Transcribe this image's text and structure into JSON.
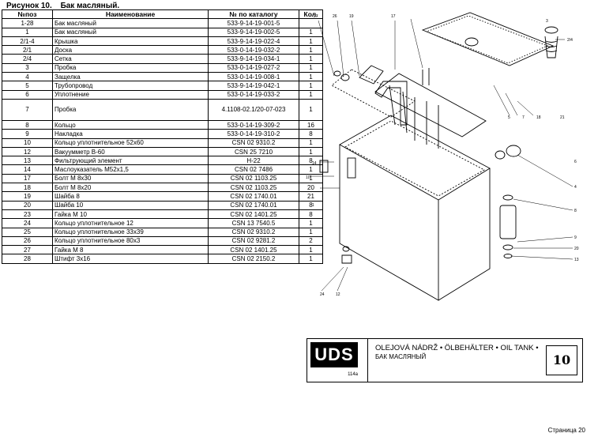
{
  "figure": {
    "label": "Рисунок 10.",
    "title": "Бак масляный."
  },
  "table": {
    "headers": {
      "pos": "№поз",
      "name": "Наименование",
      "catalog": "№ по каталогу",
      "qty": "Кол."
    },
    "rows": [
      {
        "pos": "1-28",
        "name": "Бак масляный",
        "catalog": "533-9-14-19-001-5",
        "qty": ""
      },
      {
        "pos": "1",
        "name": "Бак масляный",
        "catalog": "533-9-14-19-002-5",
        "qty": "1"
      },
      {
        "pos": "2/1-4",
        "name": "Крышка",
        "catalog": "533-9-14-19-022-4",
        "qty": "1"
      },
      {
        "pos": "2/1",
        "name": "Доска",
        "catalog": "533-0-14-19-032-2",
        "qty": "1"
      },
      {
        "pos": "2/4",
        "name": "Сетка",
        "catalog": "533-9-14-19-034-1",
        "qty": "1"
      },
      {
        "pos": "3",
        "name": "Пробка",
        "catalog": "533-0-14-19-027-2",
        "qty": "1"
      },
      {
        "pos": "4",
        "name": "Защелка",
        "catalog": "533-0-14-19-008-1",
        "qty": "1"
      },
      {
        "pos": "5",
        "name": "Трубопровод",
        "catalog": "533-9-14-19-042-1",
        "qty": "1"
      },
      {
        "pos": "6",
        "name": "Уплотнение",
        "catalog": "533-0-14-19-033-2",
        "qty": "1"
      },
      {
        "pos": "7",
        "name": "Пробка",
        "catalog": "4.1108-02.1/20-07-023",
        "qty": "1",
        "tall": true
      },
      {
        "pos": "8",
        "name": "Кольцо",
        "catalog": "533-0-14-19-309-2",
        "qty": "16"
      },
      {
        "pos": "9",
        "name": "Накладка",
        "catalog": "533-0-14-19-310-2",
        "qty": "8"
      },
      {
        "pos": "10",
        "name": "Кольцо уплотнительное 52х60",
        "catalog": "CSN  02  9310.2",
        "qty": "1"
      },
      {
        "pos": "12",
        "name": "Вакуумметр В-60",
        "catalog": "CSN  25  7210",
        "qty": "1"
      },
      {
        "pos": "13",
        "name": "Фильтрующий элемент",
        "catalog": "H-22",
        "qty": "8"
      },
      {
        "pos": "14",
        "name": "Маслоуказатель М52х1,5",
        "catalog": "CSN  02  7486",
        "qty": "1"
      },
      {
        "pos": "17",
        "name": "Болт М 8х30",
        "catalog": "CSN 02 1103.25",
        "qty": "1"
      },
      {
        "pos": "18",
        "name": "Болт М 8х20",
        "catalog": "CSN 02 1103.25",
        "qty": "20"
      },
      {
        "pos": "19",
        "name": "Шайба 8",
        "catalog": "CSN 02 1740.01",
        "qty": "21"
      },
      {
        "pos": "20",
        "name": "Шайба 10",
        "catalog": "CSN 02 1740.01",
        "qty": "8"
      },
      {
        "pos": "23",
        "name": "Гайка М 10",
        "catalog": "CSN 02 1401.25",
        "qty": "8"
      },
      {
        "pos": "24",
        "name": "Кольцо уплотнительное 12",
        "catalog": "CSN  13  7540.5",
        "qty": "1"
      },
      {
        "pos": "25",
        "name": "Кольцо уплотнительное 33х39",
        "catalog": "CSN  02  9310.2",
        "qty": "1"
      },
      {
        "pos": "26",
        "name": "Кольцо уплотнительное  80х3",
        "catalog": "CSN  02  9281.2",
        "qty": "2"
      },
      {
        "pos": "27",
        "name": "Гайка М 8",
        "catalog": "CSN 02 1401.25",
        "qty": "1"
      },
      {
        "pos": "28",
        "name": "Штифт 3х16",
        "catalog": "CSN  02  2150.2",
        "qty": "1"
      }
    ]
  },
  "drawing": {
    "callouts": [
      "27",
      "26",
      "19",
      "17",
      "3",
      "2/4",
      "18",
      "21",
      "5",
      "7",
      "6",
      "4",
      "1",
      "8",
      "9",
      "20",
      "13",
      "10",
      "24",
      "12",
      "14"
    ]
  },
  "titleblock": {
    "logo": "UDS",
    "logo_sub": "114a",
    "heading": "OLEJOVÁ  NÁDRŽ • ÖLBEHÄLTER • OIL TANK •",
    "subheading": "БАК МАСЛЯНЫЙ",
    "number": "10"
  },
  "page": {
    "label": "Страница 20"
  }
}
